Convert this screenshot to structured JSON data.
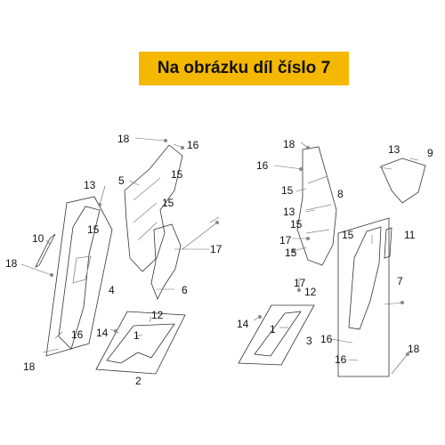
{
  "banner": {
    "text": "Na obrázku díl číslo 7",
    "color": "#f5b800"
  },
  "callouts": [
    "18",
    "16",
    "5",
    "15",
    "15",
    "13",
    "10",
    "15",
    "17",
    "18",
    "4",
    "6",
    "12",
    "1",
    "14",
    "16",
    "18",
    "2",
    "18",
    "16",
    "15",
    "8",
    "13",
    "15",
    "17",
    "15",
    "17",
    "12",
    "14",
    "1",
    "3",
    "13",
    "9",
    "11",
    "15",
    "7",
    "16",
    "16",
    "18"
  ]
}
